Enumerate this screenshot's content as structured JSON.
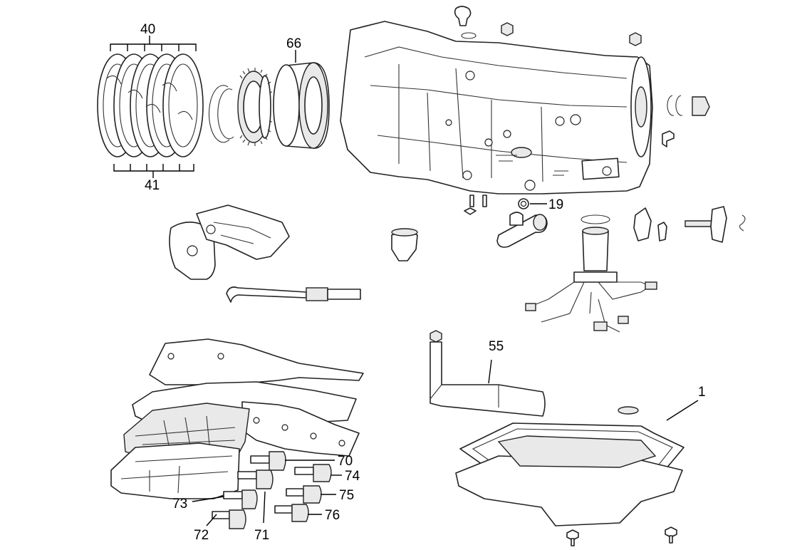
{
  "callouts": {
    "c1": "1",
    "c19": "19",
    "c40": "40",
    "c41": "41",
    "c55": "55",
    "c66": "66",
    "c70": "70",
    "c71": "71",
    "c72": "72",
    "c73": "73",
    "c74": "74",
    "c75": "75",
    "c76": "76"
  }
}
